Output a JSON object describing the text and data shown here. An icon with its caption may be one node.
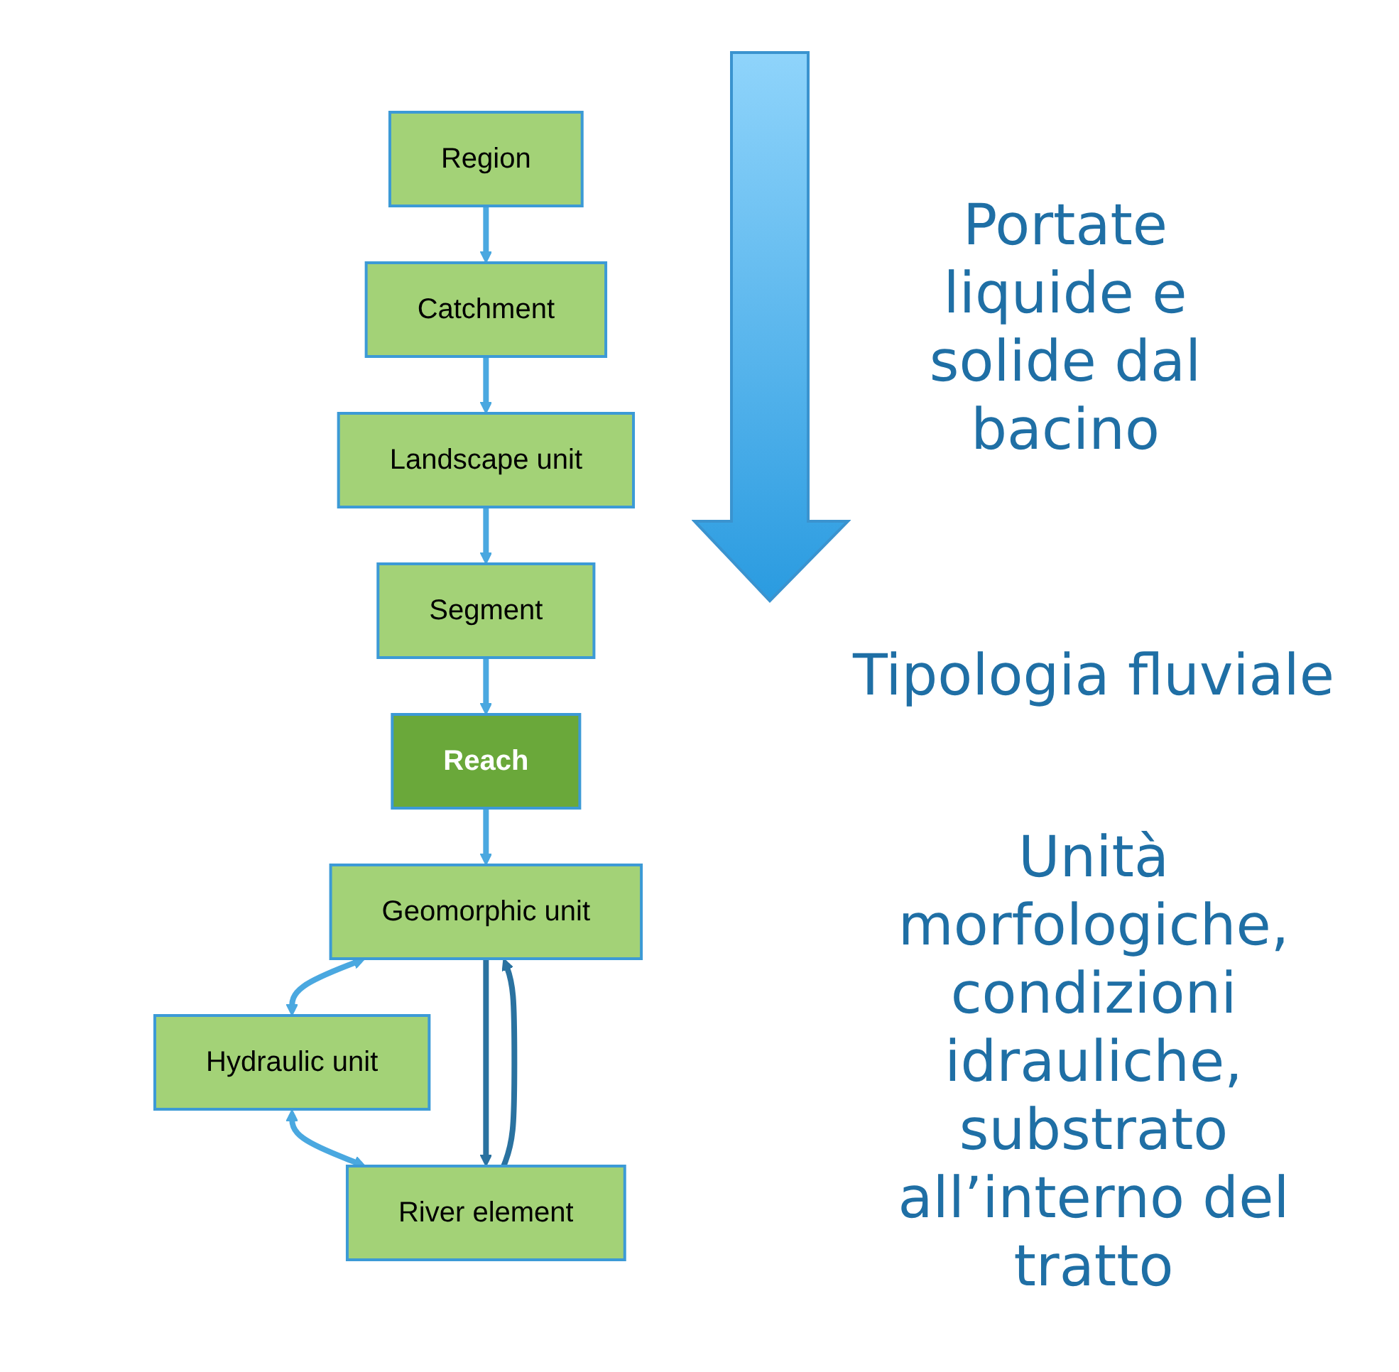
{
  "diagram": {
    "nodes": [
      {
        "text": [
          "Region"
        ]
      },
      {
        "text": [
          "Catchment"
        ]
      },
      {
        "text": [
          "Landscape unit"
        ]
      },
      {
        "text": [
          "Segment"
        ]
      },
      {
        "text": [
          "Reach"
        ]
      },
      {
        "text": [
          "Geomorphic unit"
        ]
      },
      {
        "text": [
          "Hydraulic unit"
        ]
      },
      {
        "text": [
          "River element"
        ]
      }
    ],
    "edges": [
      {
        "from": 0,
        "to": 1,
        "arrow": "to"
      },
      {
        "from": 1,
        "to": 2,
        "arrow": "to"
      },
      {
        "from": 2,
        "to": 3,
        "arrow": "to"
      },
      {
        "from": 3,
        "to": 4,
        "arrow": "to"
      },
      {
        "from": 4,
        "to": 5,
        "arrow": "to"
      },
      {
        "from": 5,
        "to": 6,
        "arrow": "both"
      },
      {
        "from": 6,
        "to": 7,
        "arrow": "both"
      },
      {
        "from": 5,
        "to": 7,
        "arrow": "to",
        "color": "#2a72a0"
      },
      {
        "from": 7,
        "to": 5,
        "arrow": "to",
        "color": "#2a72a0"
      }
    ],
    "labels": [
      "Portate liquide e solide dal bacino",
      "Tipologia fluviale",
      "Unità morfologiche, condizioni idrauliche, substrato all’interno del tratto"
    ]
  }
}
